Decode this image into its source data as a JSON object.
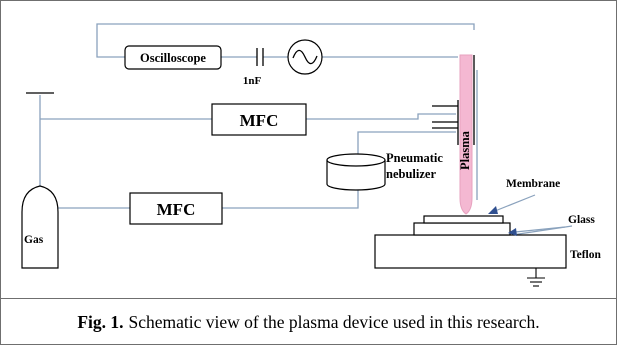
{
  "labels": {
    "oscilloscope": "Oscilloscope",
    "capacitor": "1nF",
    "mfc_top": "MFC",
    "mfc_bottom": "MFC",
    "nebulizer_line1": "Pneumatic",
    "nebulizer_line2": "nebulizer",
    "plasma": "Plasma",
    "membrane": "Membrane",
    "glass": "Glass",
    "teflon": "Teflon",
    "gas": "Gas"
  },
  "caption": {
    "prefix": "Fig. 1.",
    "text": "Schematic view of the plasma device used in this research."
  },
  "colors": {
    "wire": "#8aa2bd",
    "outline": "#000000",
    "plasma_fill": "#f4b8d2",
    "arrow": "#2f4f8f"
  }
}
